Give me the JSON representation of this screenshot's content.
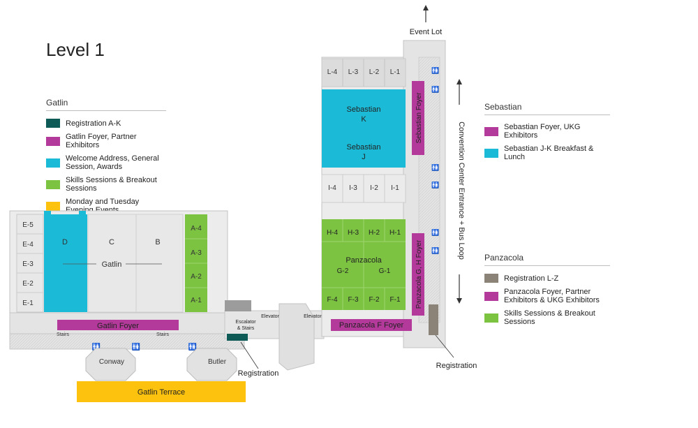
{
  "level_title": "Level 1",
  "colors": {
    "registration_dark": "#0e5a56",
    "magenta": "#b3399a",
    "cyan": "#1bbbd8",
    "green": "#7cc342",
    "yellow": "#fdc20e",
    "taupe": "#8c8378",
    "floor_gray": "#e6e6e6",
    "wall_gray": "#c8c8c8"
  },
  "legends": {
    "gatlin": {
      "heading": "Gatlin",
      "items": [
        {
          "label": "Registration A-K",
          "color": "#0e5a56"
        },
        {
          "label": "Gatlin Foyer, Partner Exhibitors",
          "color": "#b3399a"
        },
        {
          "label": "Welcome Address, General Session, Awards",
          "color": "#1bbbd8"
        },
        {
          "label": "Skills Sessions & Breakout Sessions",
          "color": "#7cc342"
        },
        {
          "label": "Monday and Tuesday Evening Events",
          "color": "#fdc20e"
        }
      ]
    },
    "sebastian": {
      "heading": "Sebastian",
      "items": [
        {
          "label": "Sebastian Foyer, UKG Exhibitors",
          "color": "#b3399a"
        },
        {
          "label": "Sebastian J-K Breakfast & Lunch",
          "color": "#1bbbd8"
        }
      ]
    },
    "panzacola": {
      "heading": "Panzacola",
      "items": [
        {
          "label": "Registration L-Z",
          "color": "#8c8378"
        },
        {
          "label": "Panzacola Foyer, Partner Exhibitors & UKG Exhibitors",
          "color": "#b3399a"
        },
        {
          "label": "Skills Sessions & Breakout Sessions",
          "color": "#7cc342"
        }
      ]
    }
  },
  "map": {
    "gatlin_e_rooms": [
      "E-5",
      "E-4",
      "E-3",
      "E-2",
      "E-1"
    ],
    "gatlin_hall_rooms": [
      "D",
      "C",
      "B"
    ],
    "gatlin_label": "Gatlin",
    "gatlin_a_rooms": [
      "A-4",
      "A-3",
      "A-2",
      "A-1"
    ],
    "gatlin_foyer": "Gatlin Foyer",
    "stairs_left": "Stairs",
    "stairs_right": "Stairs",
    "conway": "Conway",
    "butler": "Butler",
    "escalator": [
      "Escalator",
      "& Stairs"
    ],
    "elevator_left": "Elevator",
    "elevator_right": "Elevator",
    "registration_bottom": "Registration",
    "gatlin_terrace": "Gatlin Terrace",
    "l_rooms": [
      "L-4",
      "L-3",
      "L-2",
      "L-1"
    ],
    "sebastian_k": [
      "Sebastian",
      "K"
    ],
    "sebastian_j": [
      "Sebastian",
      "J"
    ],
    "sebastian_foyer": "Sebastian Foyer",
    "i_rooms": [
      "I-4",
      "I-3",
      "I-2",
      "I-1"
    ],
    "h_rooms": [
      "H-4",
      "H-3",
      "H-2",
      "H-1"
    ],
    "panzacola": "Panzacola",
    "g_rooms": [
      "G-2",
      "G-1"
    ],
    "f_rooms": [
      "F-4",
      "F-3",
      "F-2",
      "F-1"
    ],
    "panzacola_gh_foyer": "Panzacola G, H Foyer",
    "panzacola_f_foyer": "Panzacola F Foyer",
    "event_lot": "Event Lot",
    "convention_entrance": "Convention Center Entrance + Bus Loop",
    "registration_right": "Registration"
  }
}
